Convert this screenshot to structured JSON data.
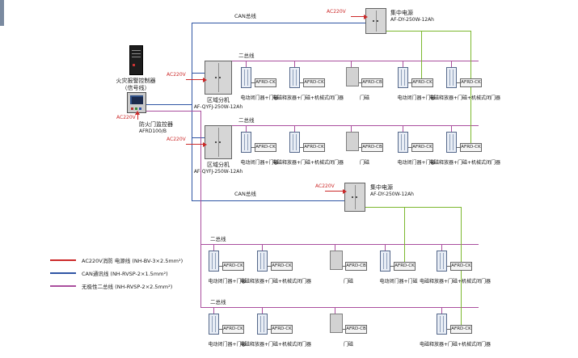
{
  "controller": {
    "label": "火灾报警控制器",
    "sub": "（信号线）"
  },
  "monitor": {
    "power": "AC220V",
    "label": "防火门监控器",
    "model": "AFRD100/B"
  },
  "zone_box": {
    "power": "AC220V",
    "name": "区域分机",
    "model": "AF-QYFJ-250W-12Ah"
  },
  "power_box": {
    "power": "AC220V",
    "name": "集中电源",
    "model": "AF-DY-250W-12Ah"
  },
  "buses": {
    "can": "CAN总线",
    "two_wire": "二总线"
  },
  "device_types": {
    "ck_closer": {
      "module": "AFRD-CK",
      "label": "电动闭门器+门磁"
    },
    "ck_release": {
      "module": "AFRD-CK",
      "label": "电磁释放器+门磁+机械式闭门器"
    },
    "cb_magnet": {
      "module": "AFRD-CB",
      "label": "门磁"
    }
  },
  "rows": [
    {
      "devices": [
        "ck_closer",
        "ck_release",
        "cb_magnet",
        "ck_closer",
        "ck_release"
      ]
    },
    {
      "devices": [
        "ck_closer",
        "ck_release",
        "cb_magnet",
        "ck_closer",
        "ck_release"
      ]
    },
    {
      "devices": [
        "ck_closer",
        "ck_release",
        "cb_magnet",
        "ck_closer",
        "ck_release"
      ]
    },
    {
      "devices": [
        "ck_closer",
        "ck_release",
        "cb_magnet",
        "ck_release"
      ]
    }
  ],
  "legend": {
    "items": [
      {
        "color": "#cc2a2a",
        "label": "AC220V消防 电源线 (NH-BV-3×2.5mm²)"
      },
      {
        "color": "#2f55a4",
        "label": "CAN通讯线 (NH-RVSP-2×1.5mm²)"
      },
      {
        "color": "#aa4f9e",
        "label": "无极性二总线 (NH-RVSP-2×2.5mm²)"
      }
    ]
  },
  "colors": {
    "can_line": "#2f55a4",
    "two_wire_line": "#aa4f9e",
    "ac_power_line": "#cc2a2a",
    "dc_power_line": "#7cb82f"
  }
}
